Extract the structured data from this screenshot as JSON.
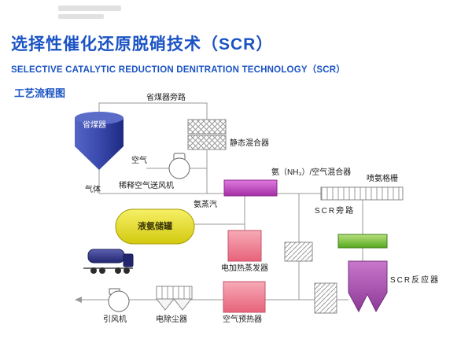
{
  "header": {
    "title_cn": "选择性催化还原脱硝技术（SCR）",
    "title_en": "SELECTIVE CATALYTIC REDUCTION DENITRATION TECHNOLOGY（SCR）",
    "section_label": "工艺流程图"
  },
  "diagram": {
    "labels": {
      "economizer_bypass": "省煤器旁路",
      "economizer": "省煤器",
      "static_mixer": "静态混合器",
      "air": "空气",
      "dilution_fan": "稀释空气送风机",
      "ammonia_air_mixer": "氨（NH₃）/空气混合器",
      "aig": "喷氨格栅",
      "ammonia_vapor": "氨蒸汽",
      "gas": "气体",
      "ammonia_tank": "液氨储罐",
      "scr_bypass": "SCR旁路",
      "electric_evaporator": "电加热蒸发器",
      "scr_reactor": "SCR反应器",
      "air_preheater": "空气预热器",
      "esp": "电除尘器",
      "id_fan": "引风机"
    },
    "colors": {
      "title_blue": "#1a53c4",
      "economizer_blue": "#2c3a9e",
      "mixer_magenta": "#bb44bb",
      "tank_yellow": "#e8df2a",
      "evaporator_pink": "#ee7f92",
      "green_module": "#7cc24a",
      "reactor_purple": "#a855ae",
      "truck_blue": "#33378f",
      "line_gray": "#999999"
    }
  }
}
